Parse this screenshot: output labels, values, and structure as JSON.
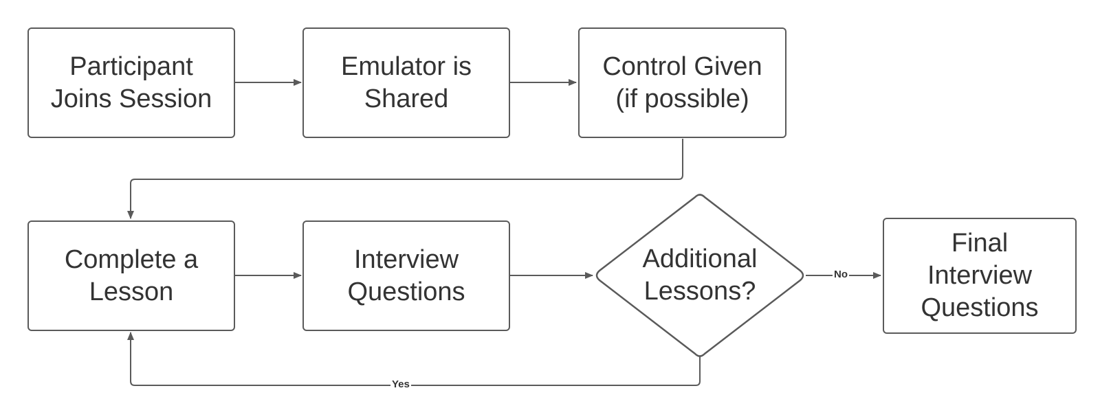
{
  "nodes": {
    "participant_joins": "Participant\nJoins Session",
    "emulator_shared": "Emulator is\nShared",
    "control_given": "Control Given\n(if possible)",
    "complete_lesson": "Complete a\nLesson",
    "interview_questions": "Interview\nQuestions",
    "additional_lessons": "Additional\nLessons?",
    "final_interview": "Final\nInterview\nQuestions"
  },
  "edges": {
    "no_label": "No",
    "yes_label": "Yes"
  },
  "colors": {
    "stroke": "#5a5a5a",
    "text": "#333333",
    "background": "#ffffff"
  }
}
